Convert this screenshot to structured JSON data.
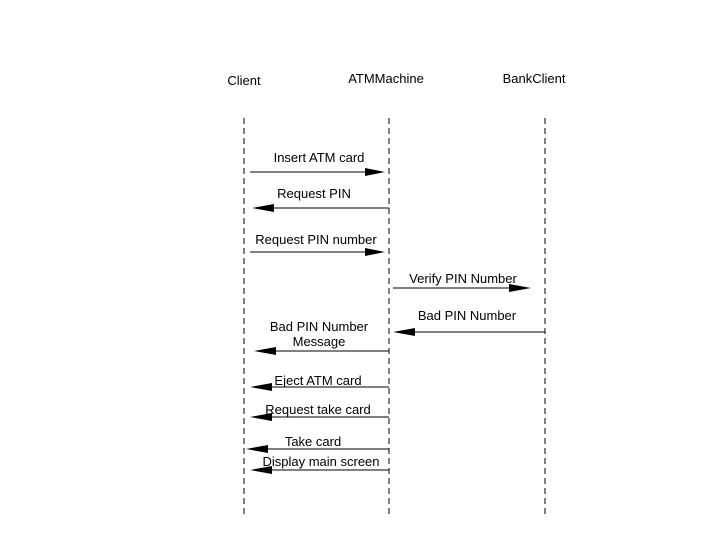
{
  "participants": [
    {
      "id": "client",
      "name": "Client"
    },
    {
      "id": "atm",
      "name": "ATMMachine"
    },
    {
      "id": "bank",
      "name": "BankClient"
    }
  ],
  "messages": [
    {
      "from": "client",
      "to": "atm",
      "lines": [
        "Insert ATM card"
      ]
    },
    {
      "from": "atm",
      "to": "client",
      "lines": [
        "Request PIN"
      ]
    },
    {
      "from": "client",
      "to": "atm",
      "lines": [
        "Request PIN number"
      ]
    },
    {
      "from": "atm",
      "to": "bank",
      "lines": [
        "Verify PIN Number"
      ]
    },
    {
      "from": "bank",
      "to": "atm",
      "lines": [
        "Bad PIN Number"
      ]
    },
    {
      "from": "atm",
      "to": "client",
      "lines": [
        "Bad PIN Number",
        "Message"
      ]
    },
    {
      "from": "atm",
      "to": "client",
      "lines": [
        "Eject ATM card"
      ]
    },
    {
      "from": "atm",
      "to": "client",
      "lines": [
        "Request take card"
      ]
    },
    {
      "from": "atm",
      "to": "client",
      "lines": [
        "Take card"
      ]
    },
    {
      "from": "atm",
      "to": "client",
      "lines": [
        "Display main screen"
      ]
    }
  ]
}
